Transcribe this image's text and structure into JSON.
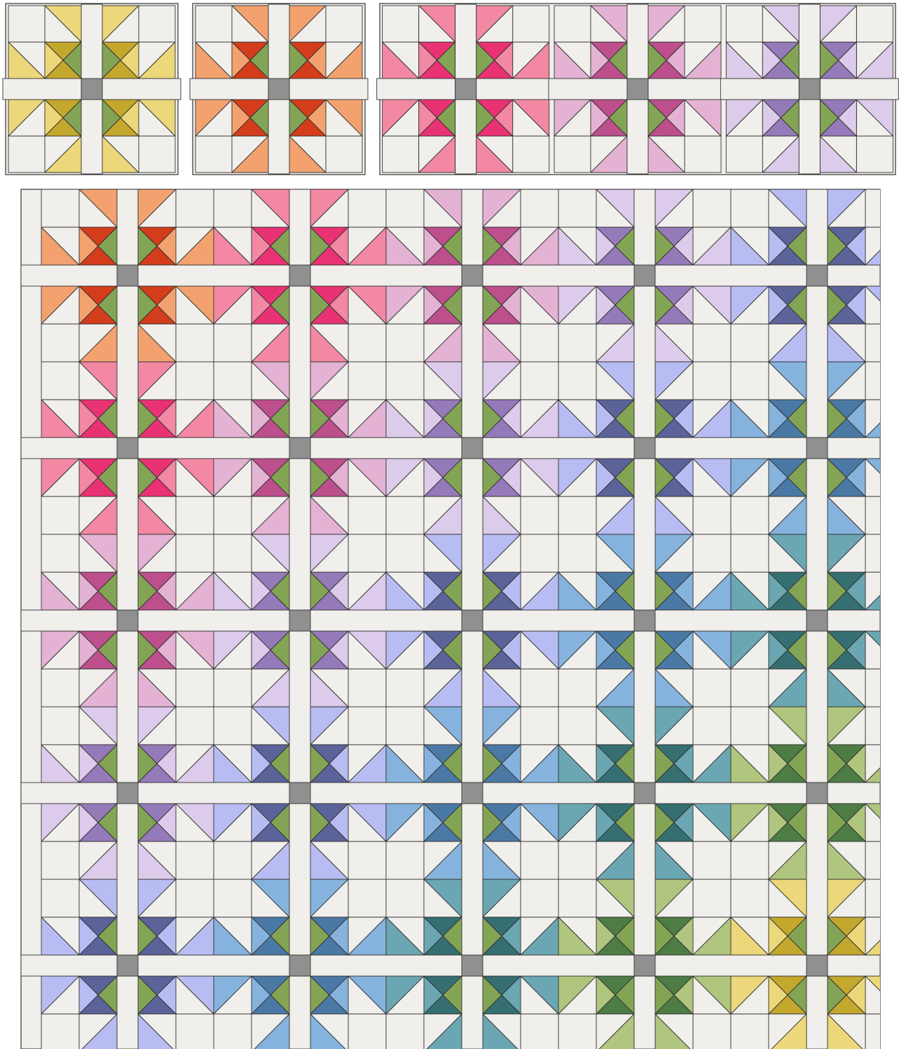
{
  "page": {
    "background": "#ffffff"
  },
  "colors": {
    "background_fabric": "#f0efeb",
    "sashing": "#f0efeb",
    "cornerstone": "#909090",
    "outline": "#333333",
    "leaf_green": "#84a455"
  },
  "swatch_panels": [
    {
      "name": "yellow-swatch",
      "stars": [
        {
          "dark": "#c4a72d",
          "light": "#ecd77a"
        }
      ]
    },
    {
      "name": "orange-swatch",
      "stars": [
        {
          "dark": "#d43d1b",
          "light": "#f3a26f"
        }
      ]
    },
    {
      "name": "pink-purple-swatch",
      "stars": [
        {
          "dark": "#e93274",
          "light": "#f388a3"
        },
        {
          "dark": "#bc4f8c",
          "light": "#e4b2d3"
        },
        {
          "dark": "#957ab9",
          "light": "#dccbea"
        }
      ]
    }
  ],
  "quilt": {
    "rows": 5,
    "columns": 5,
    "color_ramp": [
      {
        "dark": "#d43d1b",
        "light": "#f3a26f"
      },
      {
        "dark": "#e93274",
        "light": "#f388a3"
      },
      {
        "dark": "#bc4f8c",
        "light": "#e4b2d3"
      },
      {
        "dark": "#957ab9",
        "light": "#dccbea"
      },
      {
        "dark": "#5b6399",
        "light": "#b7bcf2"
      },
      {
        "dark": "#4b79a6",
        "light": "#85b3dd"
      },
      {
        "dark": "#356f72",
        "light": "#6ba7b2"
      },
      {
        "dark": "#4d7d45",
        "light": "#b0c57d"
      },
      {
        "dark": "#c4a72d",
        "light": "#ecd77a"
      }
    ]
  }
}
